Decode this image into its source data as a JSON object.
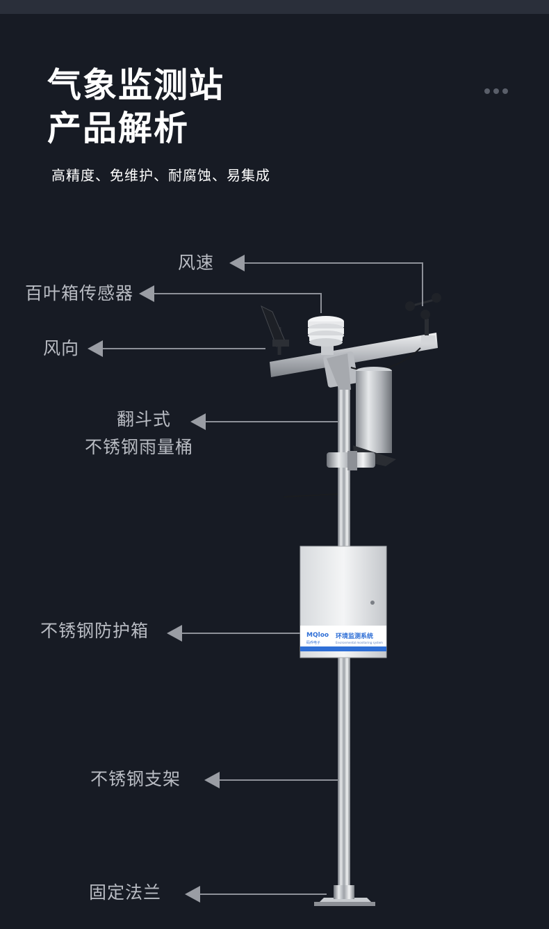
{
  "header": {
    "title_line1": "气象监测站",
    "title_line2": "产品解析",
    "subtitle": "高精度、免维护、耐腐蚀、易集成"
  },
  "callouts": {
    "wind_speed": "风速",
    "louver_box_sensor": "百叶箱传感器",
    "wind_direction": "风向",
    "rain_gauge_line1": "翻斗式",
    "rain_gauge_line2": "不锈钢雨量桶",
    "protection_box": "不锈钢防护箱",
    "stainless_bracket": "不锈钢支架",
    "fixed_flange": "固定法兰"
  },
  "product_label": {
    "brand": "MQloo",
    "brand_cn": "码乔电子",
    "system_name": "环境监测系统",
    "system_name_en": "Environmental monitoring system"
  },
  "colors": {
    "background": "#171b24",
    "callout_text": "#b9bcc3",
    "callout_line": "#8e9199",
    "label_blue": "#2f6fd6"
  }
}
